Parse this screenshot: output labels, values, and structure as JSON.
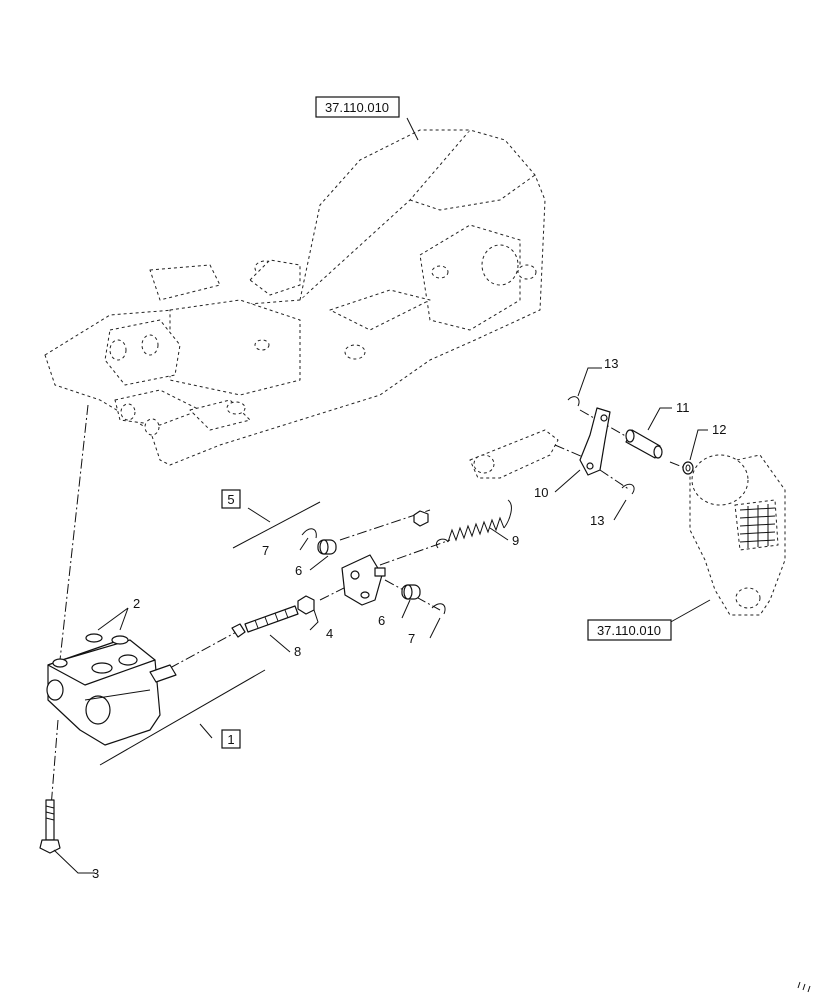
{
  "ref_top": "37.110.010",
  "ref_right": "37.110.010",
  "callouts": {
    "c1": "1",
    "c2": "2",
    "c3": "3",
    "c4": "4",
    "c5": "5",
    "c6a": "6",
    "c6b": "6",
    "c7a": "7",
    "c7b": "7",
    "c8": "8",
    "c9": "9",
    "c10": "10",
    "c11": "11",
    "c12": "12",
    "c13a": "13",
    "c13b": "13"
  }
}
